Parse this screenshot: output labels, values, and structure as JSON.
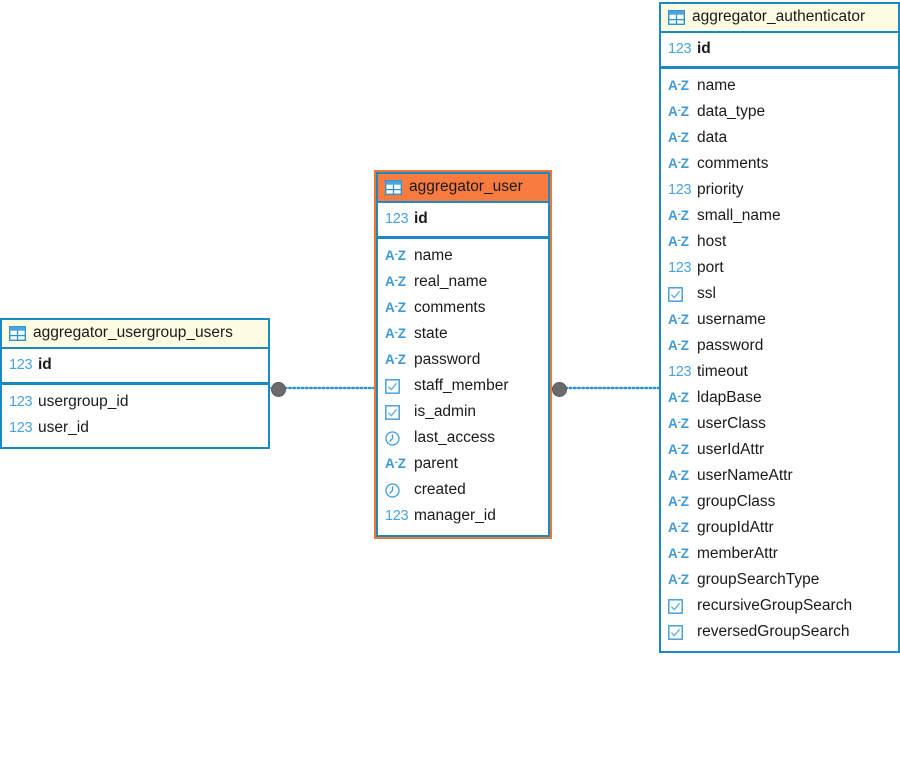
{
  "diagram": {
    "type": "entity-relationship-diagram",
    "background": "#ffffff",
    "accent_border": "#1b8ac4",
    "header_fill": "#fdfce3",
    "selected_header_fill": "#f97b3f",
    "selected_outline": "#ee7733",
    "icon_color": "#3e9ad6",
    "connector_color": "#6b6b6b",
    "relation_line_color": "#2a93d0"
  },
  "tables": [
    {
      "id": "aggregator_usergroup_users",
      "name": "aggregator_usergroup_users",
      "icon": "table-icon",
      "selected": false,
      "primary_keys": [
        {
          "name": "id",
          "type": "integer",
          "icon": "number-icon",
          "icon_label": "123"
        }
      ],
      "columns": [
        {
          "name": "usergroup_id",
          "type": "integer",
          "icon": "number-icon",
          "icon_label": "123"
        },
        {
          "name": "user_id",
          "type": "integer",
          "icon": "number-icon",
          "icon_label": "123"
        }
      ]
    },
    {
      "id": "aggregator_user",
      "name": "aggregator_user",
      "icon": "table-icon",
      "selected": true,
      "primary_keys": [
        {
          "name": "id",
          "type": "integer",
          "icon": "number-icon",
          "icon_label": "123"
        }
      ],
      "columns": [
        {
          "name": "name",
          "type": "string",
          "icon": "text-icon",
          "icon_label": "A-Z"
        },
        {
          "name": "real_name",
          "type": "string",
          "icon": "text-icon",
          "icon_label": "A-Z"
        },
        {
          "name": "comments",
          "type": "string",
          "icon": "text-icon",
          "icon_label": "A-Z"
        },
        {
          "name": "state",
          "type": "string",
          "icon": "text-icon",
          "icon_label": "A-Z"
        },
        {
          "name": "password",
          "type": "string",
          "icon": "text-icon",
          "icon_label": "A-Z"
        },
        {
          "name": "staff_member",
          "type": "boolean",
          "icon": "checkbox-icon",
          "icon_label": ""
        },
        {
          "name": "is_admin",
          "type": "boolean",
          "icon": "checkbox-icon",
          "icon_label": ""
        },
        {
          "name": "last_access",
          "type": "datetime",
          "icon": "clock-icon",
          "icon_label": ""
        },
        {
          "name": "parent",
          "type": "string",
          "icon": "text-icon",
          "icon_label": "A-Z"
        },
        {
          "name": "created",
          "type": "datetime",
          "icon": "clock-icon",
          "icon_label": ""
        },
        {
          "name": "manager_id",
          "type": "integer",
          "icon": "number-icon",
          "icon_label": "123"
        }
      ]
    },
    {
      "id": "aggregator_authenticator",
      "name": "aggregator_authenticator",
      "icon": "table-icon",
      "selected": false,
      "primary_keys": [
        {
          "name": "id",
          "type": "integer",
          "icon": "number-icon",
          "icon_label": "123"
        }
      ],
      "columns": [
        {
          "name": "name",
          "type": "string",
          "icon": "text-icon",
          "icon_label": "A-Z"
        },
        {
          "name": "data_type",
          "type": "string",
          "icon": "text-icon",
          "icon_label": "A-Z"
        },
        {
          "name": "data",
          "type": "string",
          "icon": "text-icon",
          "icon_label": "A-Z"
        },
        {
          "name": "comments",
          "type": "string",
          "icon": "text-icon",
          "icon_label": "A-Z"
        },
        {
          "name": "priority",
          "type": "integer",
          "icon": "number-icon",
          "icon_label": "123"
        },
        {
          "name": "small_name",
          "type": "string",
          "icon": "text-icon",
          "icon_label": "A-Z"
        },
        {
          "name": "host",
          "type": "string",
          "icon": "text-icon",
          "icon_label": "A-Z"
        },
        {
          "name": "port",
          "type": "integer",
          "icon": "number-icon",
          "icon_label": "123"
        },
        {
          "name": "ssl",
          "type": "boolean",
          "icon": "checkbox-icon",
          "icon_label": ""
        },
        {
          "name": "username",
          "type": "string",
          "icon": "text-icon",
          "icon_label": "A-Z"
        },
        {
          "name": "password",
          "type": "string",
          "icon": "text-icon",
          "icon_label": "A-Z"
        },
        {
          "name": "timeout",
          "type": "integer",
          "icon": "number-icon",
          "icon_label": "123"
        },
        {
          "name": "ldapBase",
          "type": "string",
          "icon": "text-icon",
          "icon_label": "A-Z"
        },
        {
          "name": "userClass",
          "type": "string",
          "icon": "text-icon",
          "icon_label": "A-Z"
        },
        {
          "name": "userIdAttr",
          "type": "string",
          "icon": "text-icon",
          "icon_label": "A-Z"
        },
        {
          "name": "userNameAttr",
          "type": "string",
          "icon": "text-icon",
          "icon_label": "A-Z"
        },
        {
          "name": "groupClass",
          "type": "string",
          "icon": "text-icon",
          "icon_label": "A-Z"
        },
        {
          "name": "groupIdAttr",
          "type": "string",
          "icon": "text-icon",
          "icon_label": "A-Z"
        },
        {
          "name": "memberAttr",
          "type": "string",
          "icon": "text-icon",
          "icon_label": "A-Z"
        },
        {
          "name": "groupSearchType",
          "type": "string",
          "icon": "text-icon",
          "icon_label": "A-Z"
        },
        {
          "name": "recursiveGroupSearch",
          "type": "boolean",
          "icon": "checkbox-icon",
          "icon_label": ""
        },
        {
          "name": "reversedGroupSearch",
          "type": "boolean",
          "icon": "checkbox-icon",
          "icon_label": ""
        }
      ]
    }
  ],
  "relationships": [
    {
      "from": "aggregator_usergroup_users",
      "to": "aggregator_user",
      "style": "dotted"
    },
    {
      "from": "aggregator_user",
      "to": "aggregator_authenticator",
      "style": "dotted"
    }
  ]
}
